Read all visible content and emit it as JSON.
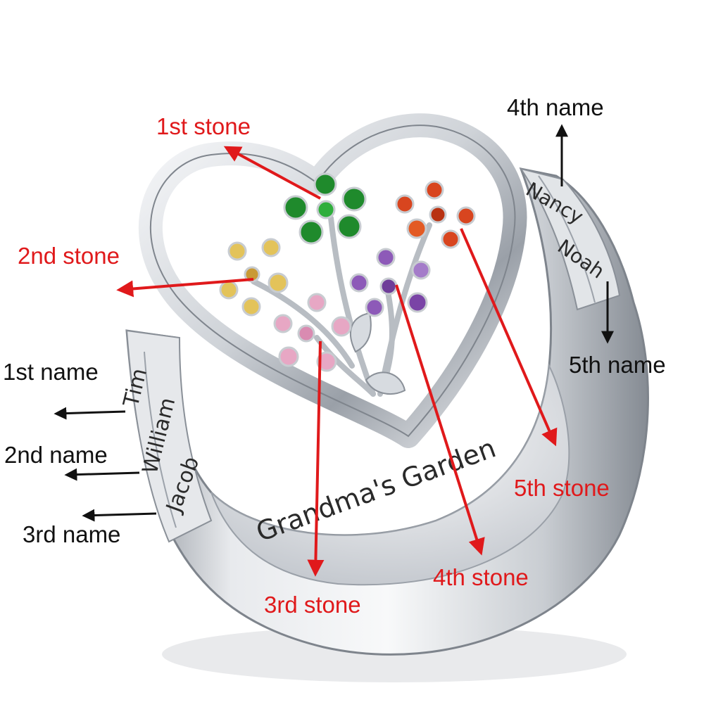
{
  "labels": {
    "stone1": "1st stone",
    "stone2": "2nd stone",
    "stone3": "3rd stone",
    "stone4": "4th stone",
    "stone5": "5th stone",
    "name1": "1st name",
    "name2": "2nd name",
    "name3": "3rd name",
    "name4": "4th name",
    "name5": "5th name"
  },
  "engravings": {
    "left_names": [
      "Tim",
      "William",
      "Jacob"
    ],
    "right_names": [
      "Nancy",
      "Noah"
    ],
    "inner_band": "Grandma's Garden"
  },
  "colors": {
    "stone_label": "#e0191b",
    "name_label": "#111111",
    "stone1": "#1f8a2c",
    "stone2": "#e3c35a",
    "stone3": "#e7a7c4",
    "stone4": "#8d5ab8",
    "stone5": "#d8451f",
    "metal": "#cfd3d8"
  }
}
